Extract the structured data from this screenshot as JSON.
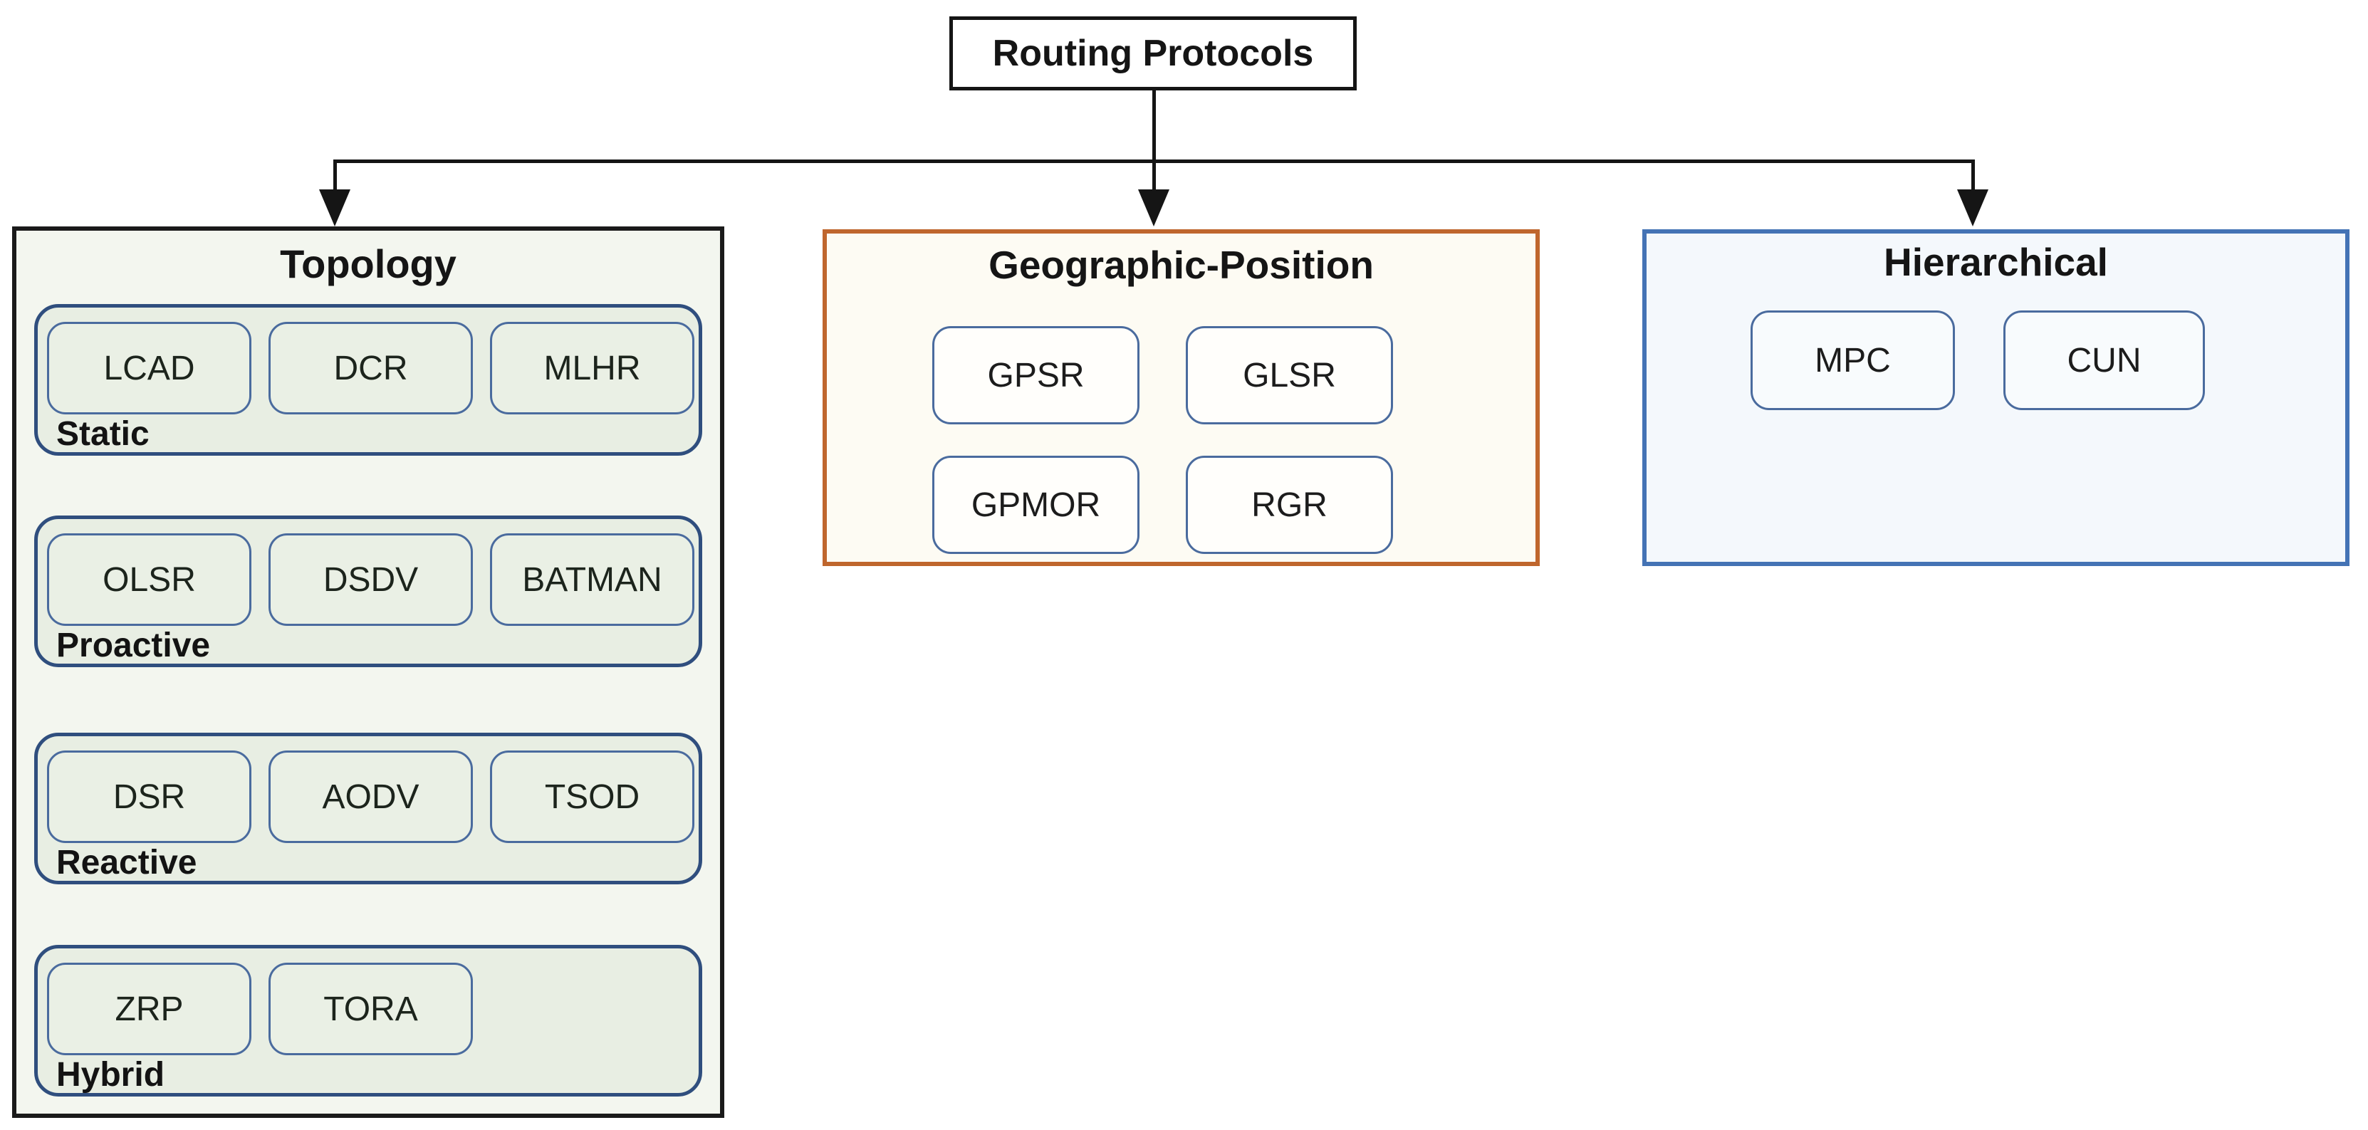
{
  "root": {
    "label": "Routing Protocols"
  },
  "columns": [
    {
      "id": "topology",
      "title": "Topology",
      "groups": [
        {
          "label": "Static",
          "protocols": [
            "LCAD",
            "DCR",
            "MLHR"
          ]
        },
        {
          "label": "Proactive",
          "protocols": [
            "OLSR",
            "DSDV",
            "BATMAN"
          ]
        },
        {
          "label": "Reactive",
          "protocols": [
            "DSR",
            "AODV",
            "TSOD"
          ]
        },
        {
          "label": "Hybrid",
          "protocols": [
            "ZRP",
            "TORA"
          ]
        }
      ]
    },
    {
      "id": "geographic-position",
      "title": "Geographic-Position",
      "rows": [
        [
          "GPSR",
          "GLSR"
        ],
        [
          "GPMOR",
          "RGR"
        ]
      ]
    },
    {
      "id": "hierarchical",
      "title": "Hierarchical",
      "rows": [
        [
          "MPC",
          "CUN"
        ]
      ]
    }
  ],
  "colors": {
    "connector": "#151515",
    "topology_border": "#1a1a1a",
    "topology_bg": "#f3f6ef",
    "group_border": "#2f4e7e",
    "group_bg": "#e8eee3",
    "protocol_border": "#4a6b9e",
    "geographic_border": "#bf662d",
    "geographic_bg": "#fdfbf3",
    "hierarchical_border": "#4473b5",
    "hierarchical_bg": "#f4f8fc"
  }
}
